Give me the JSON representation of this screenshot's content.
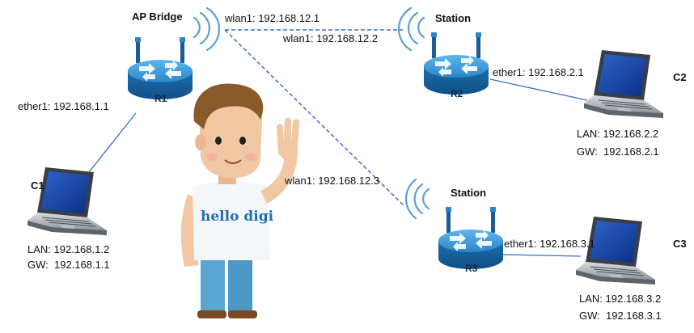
{
  "ap_bridge": {
    "title": "AP Bridge",
    "router_label": "R1",
    "ether": "ether1: 192.168.1.1",
    "wlan": "wlan1: 192.168.12.1"
  },
  "station_r2": {
    "title": "Station",
    "router_label": "R2",
    "wlan": "wlan1: 192.168.12.2",
    "ether": "ether1: 192.168.2.1"
  },
  "station_r3": {
    "title": "Station",
    "router_label": "R3",
    "wlan": "wlan1: 192.168.12.3",
    "ether": "ether1: 192.168.3.1"
  },
  "clients": {
    "c1": {
      "name": "C1",
      "lan": "LAN: 192.168.1.2",
      "gw": "GW:  192.168.1.1"
    },
    "c2": {
      "name": "C2",
      "lan": "LAN: 192.168.2.2",
      "gw": "GW:  192.168.2.1"
    },
    "c3": {
      "name": "C3",
      "lan": "LAN: 192.168.3.2",
      "gw": "GW:  192.168.3.1"
    }
  },
  "mascot": {
    "shirt_text": "hello digi"
  },
  "colors": {
    "router_blue": "#1f78b8",
    "wireless_link": "#3a6fc4",
    "wired_link": "#3a6fc4",
    "wave": "#5aa0d8"
  }
}
